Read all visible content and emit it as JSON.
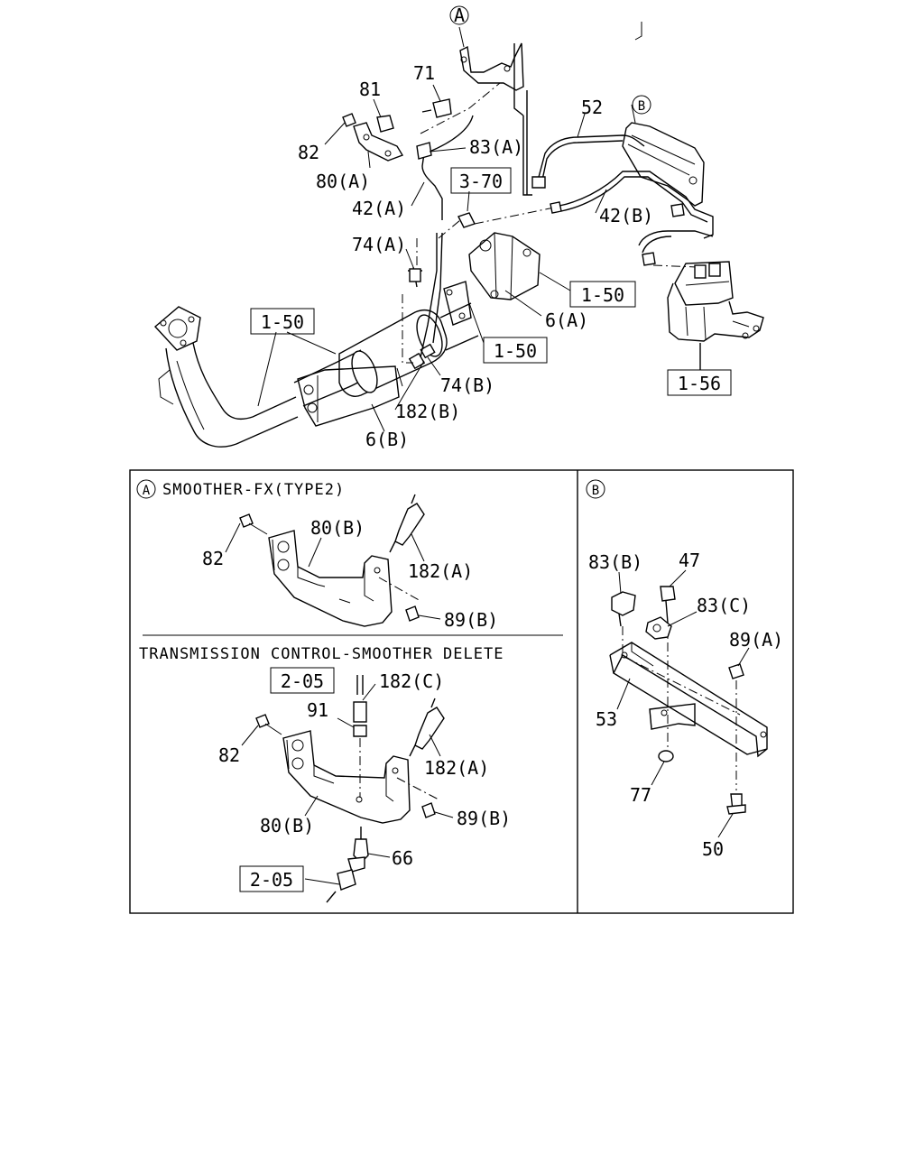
{
  "labels": {
    "l71": "71",
    "l81": "81",
    "l82": "82",
    "l80a": "80(A)",
    "l83a": "83(A)",
    "l42a": "42(A)",
    "l74a": "74(A)",
    "l52": "52",
    "l42b": "42(B)",
    "l6a": "6(A)",
    "l6b": "6(B)",
    "l74b": "74(B)",
    "l182b": "182(B)",
    "s82": "82",
    "s80b": "80(B)",
    "s182a": "182(A)",
    "s89b": "89(B)",
    "d182c": "182(C)",
    "d91": "91",
    "d82": "82",
    "d182a": "182(A)",
    "d80b": "80(B)",
    "d89b": "89(B)",
    "d66": "66",
    "b83b": "83(B)",
    "b47": "47",
    "b83c": "83(C)",
    "b89a": "89(A)",
    "b53": "53",
    "b77": "77",
    "b50": "50"
  },
  "refs": {
    "r370": "3-70",
    "r150a": "1-50",
    "r150b": "1-50",
    "r150c": "1-50",
    "r156": "1-56",
    "r205a": "2-05",
    "r205b": "2-05"
  },
  "markers": {
    "a_top": "A",
    "b_top": "B",
    "a_panel": "A",
    "b_panel": "B"
  },
  "panels": {
    "smoother_title": "SMOOTHER-FX(TYPE2)",
    "delete_title": "TRANSMISSION CONTROL-SMOOTHER DELETE"
  }
}
